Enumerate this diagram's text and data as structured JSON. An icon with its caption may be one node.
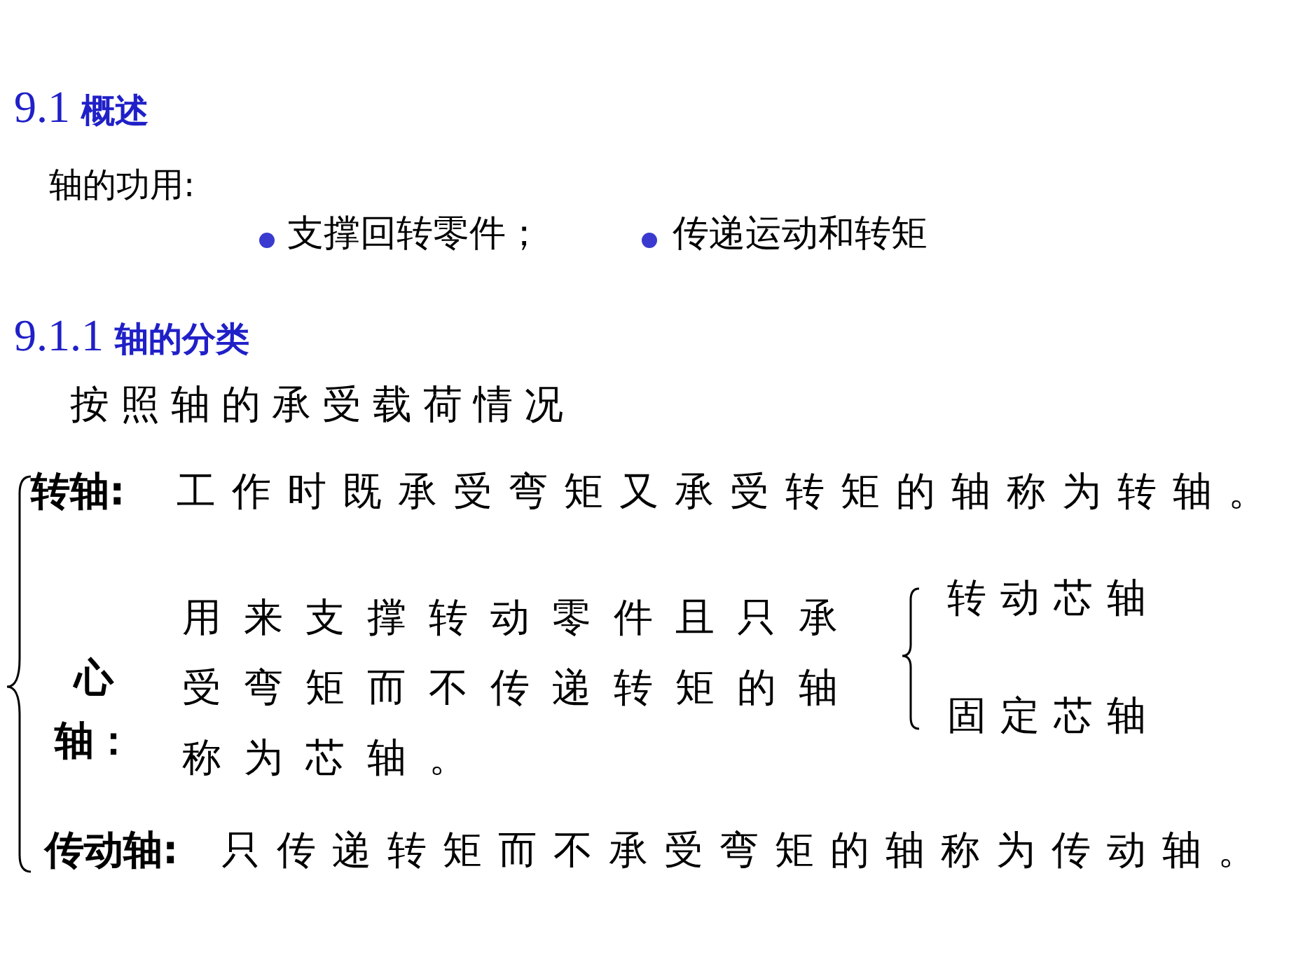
{
  "diagram": {
    "title": "9.1 **概述**",
    "labels": [
      "轴的功用:",
      "支撑回转零件；",
      "传递运动和转矩",
      "9.1.1 **轴的分类**",
      "按照轴的承受载荷情况",
      "转轴:",
      "工作时既承受弯矩又承受转矩的轴称为转轴。",
      "心轴：",
      "用来支撑转动零件且只承受弯矩而不传递转矩的轴称为芯轴。",
      "转动芯轴",
      "固定芯轴",
      "传动轴:",
      "只传递转矩而不承受弯矩的轴称为传动轴。"
    ]
  }
}
